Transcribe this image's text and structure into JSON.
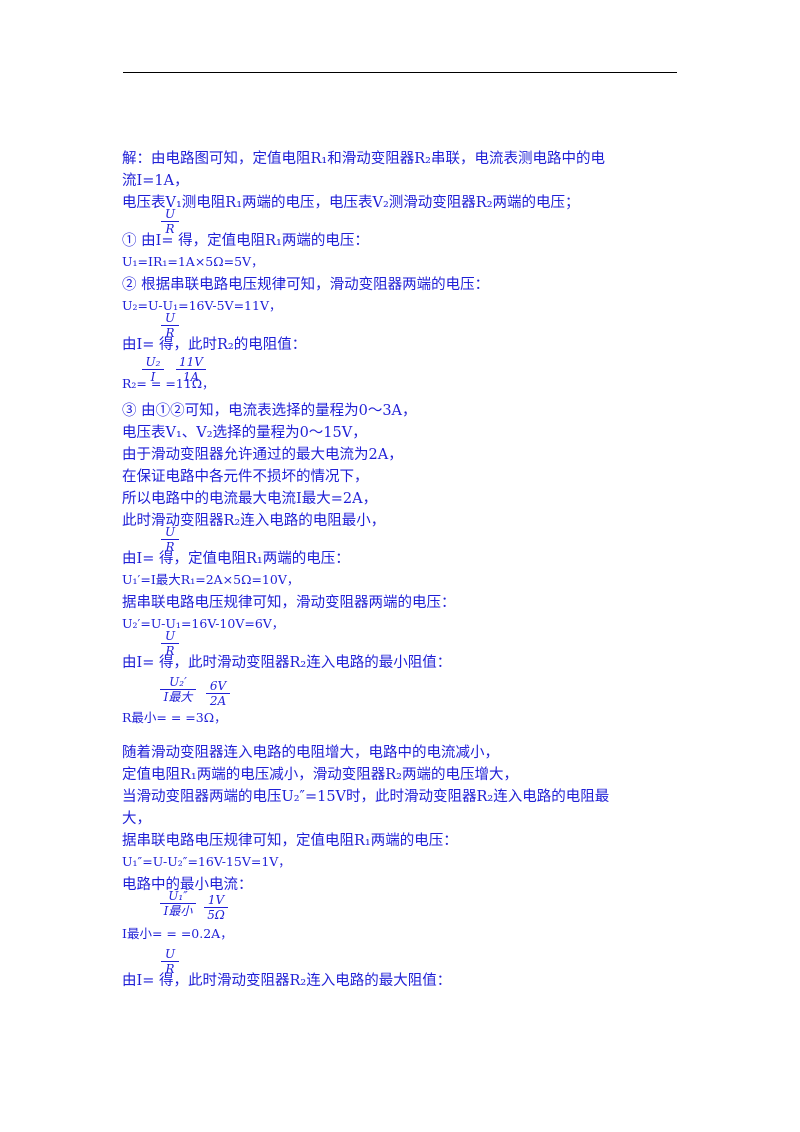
{
  "lines": [
    "解：由电路图可知，定值电阻R₁和滑动变阻器R₂串联，电流表测电路中的电",
    "流I=1A，",
    "电压表V₁测电阻R₁两端的电压，电压表V₂测滑动变阻器R₂两端的电压；",
    "① 由I=    得，定值电阻R₁两端的电压：",
    "U₁=IR₁=1A×5Ω=5V，",
    "② 根据串联电路电压规律可知，滑动变阻器两端的电压：",
    "U₂=U-U₁=16V-5V=11V，",
    "由I=    得，此时R₂的电阻值：",
    "R₂=        =          =11Ω，",
    "③ 由①②可知，电流表选择的量程为0～3A，",
    "电压表V₁、V₂选择的量程为0～15V，",
    "由于滑动变阻器允许通过的最大电流为2A，",
    "在保证电路中各元件不损坏的情况下，",
    "所以电路中的电流最大电流I最大=2A，",
    "此时滑动变阻器R₂连入电路的电阻最小，",
    "由I=    得，定值电阻R₁两端的电压：",
    "U₁′=I最大R₁=2A×5Ω=10V，",
    "据串联电路电压规律可知，滑动变阻器两端的电压：",
    "U₂′=U-U₁=16V-10V=6V，",
    "由I=    得，此时滑动变阻器R₂连入电路的最小阻值：",
    "R最小=              =          =3Ω，",
    "随着滑动变阻器连入电路的电阻增大，电路中的电流减小，",
    "定值电阻R₁两端的电压减小，滑动变阻器R₂两端的电压增大，",
    "当滑动变阻器两端的电压U₂″=15V时，此时滑动变阻器R₂连入电路的电阻最",
    "大，",
    "据串联电路电压规律可知，定值电阻R₁两端的电压：",
    "U₁″=U-U₂″=16V-15V=1V，",
    "电路中的最小电流：",
    "I最小=              =          =0.2A，",
    "由I=    得，此时滑动变阻器R₂连入电路的最大阻值："
  ],
  "fractions": {
    "u_over_r": {
      "num": "U",
      "den": "R"
    },
    "u2_over_i": {
      "num": "U₂",
      "den": "I"
    },
    "v11_over_a1": {
      "num": "11V",
      "den": "1A"
    },
    "u2p_over_imax": {
      "num": "U₂′",
      "den": "I最大"
    },
    "v6_over_a2": {
      "num": "6V",
      "den": "2A"
    },
    "u1pp_over_imin": {
      "num": "U₁″",
      "den": "I最小"
    },
    "v1_over_ohm5": {
      "num": "1V",
      "den": "5Ω"
    }
  }
}
